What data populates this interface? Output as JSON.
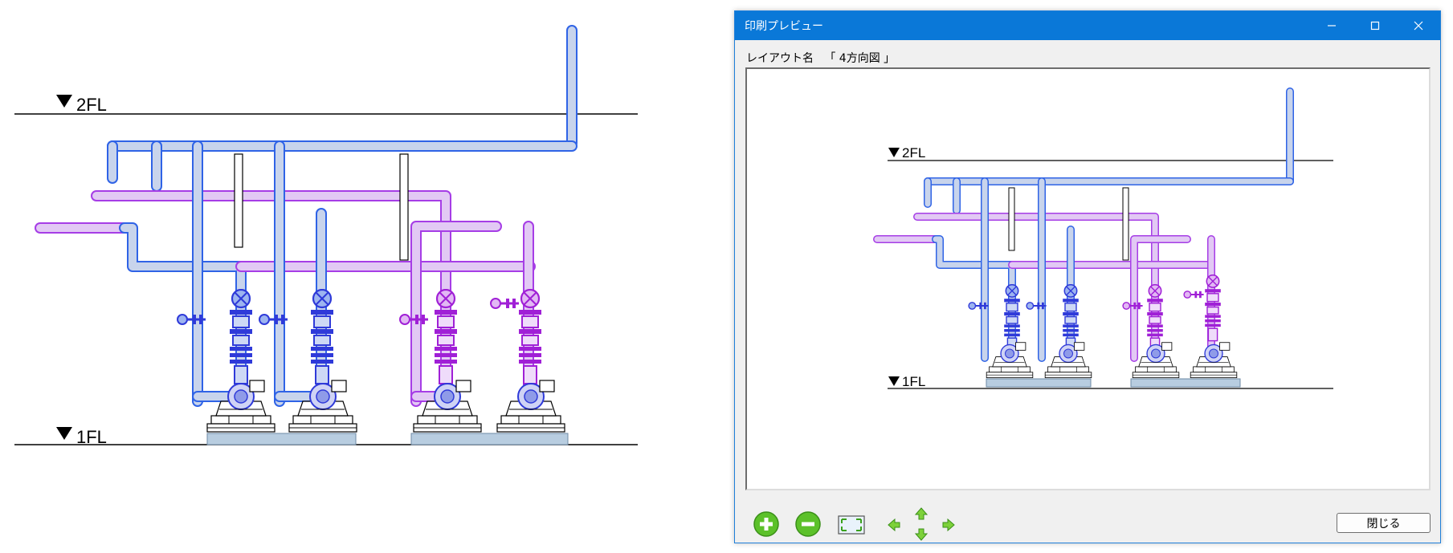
{
  "drawing": {
    "level_upper": "2FL",
    "level_lower": "1FL"
  },
  "dialog": {
    "title": "印刷プレビュー",
    "layout_label": "レイアウト名",
    "layout_value": "「 4方向図 」",
    "close_label": "閉じる"
  },
  "toolbar": {
    "tools": [
      {
        "name": "zoom-in",
        "icon": "plus-circle-icon"
      },
      {
        "name": "zoom-out",
        "icon": "minus-circle-icon"
      },
      {
        "name": "fit",
        "icon": "fit-screen-icon"
      },
      {
        "name": "pan-left",
        "icon": "arrow-left-icon"
      },
      {
        "name": "pan-up",
        "icon": "arrow-up-icon"
      },
      {
        "name": "pan-down",
        "icon": "arrow-down-icon"
      },
      {
        "name": "pan-right",
        "icon": "arrow-right-icon"
      }
    ]
  },
  "colors": {
    "title_bar": "#0a78d8",
    "pipe_blue": "#2f63e6",
    "pipe_blue_fill": "#c8d4ec",
    "pipe_purple": "#a63de6",
    "pipe_purple_fill": "#e2c9f4",
    "tool_green": "#5cc12a",
    "base_fill": "#b8cde0"
  }
}
